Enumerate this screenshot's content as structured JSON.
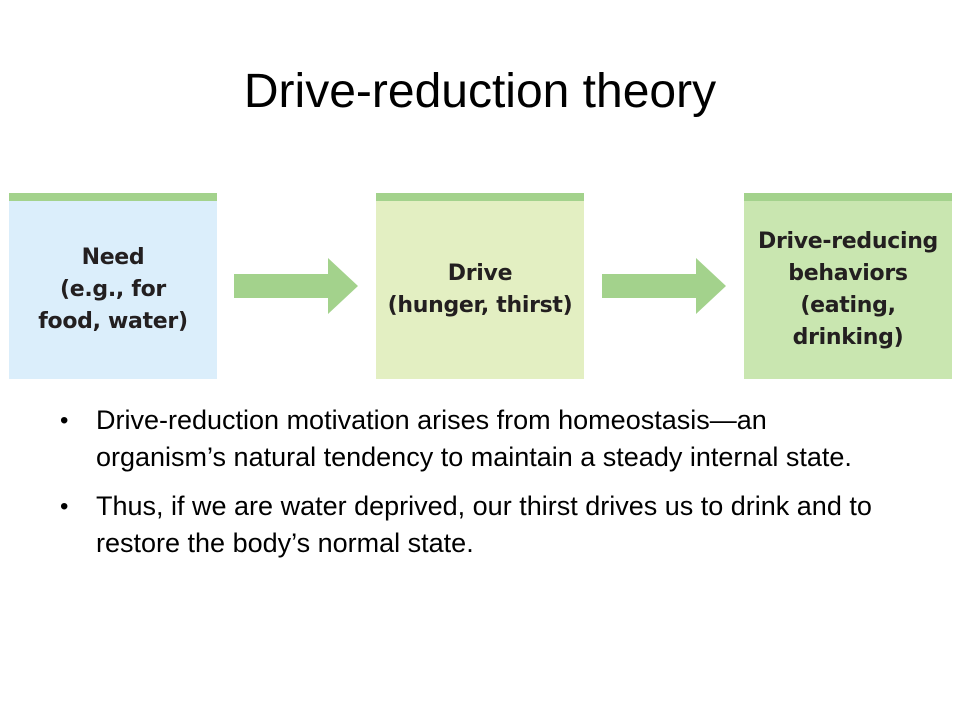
{
  "title": "Drive-reduction theory",
  "diagram": {
    "boxes": [
      {
        "text": "Need\n(e.g., for\nfood, water)",
        "color": "#dbeefb"
      },
      {
        "text": "Drive\n(hunger, thirst)",
        "color": "#e3efc2"
      },
      {
        "text": "Drive-reducing\nbehaviors\n(eating, drinking)",
        "color": "#c9e6b0"
      }
    ],
    "arrow_color": "#a3d28c",
    "accent_color": "#a3d28c"
  },
  "bullets": [
    {
      "text": "Drive-reduction motivation arises from homeostasis—an organism’s natural tendency to maintain a steady internal state."
    },
    {
      "text": "Thus, if we are water deprived, our thirst drives us to drink and to restore the body’s normal state."
    }
  ]
}
